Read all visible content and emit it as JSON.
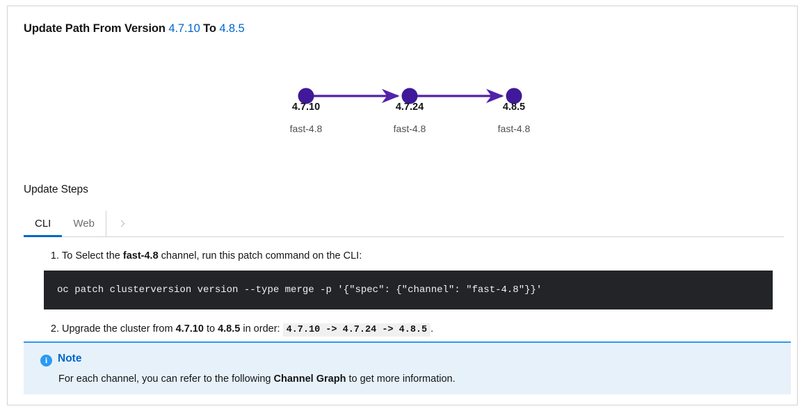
{
  "header": {
    "title_prefix": "Update Path From Version",
    "from_version": "4.7.10",
    "to_word": "To",
    "to_version": "4.8.5"
  },
  "graph": {
    "nodes": [
      {
        "version": "4.7.10",
        "channel": "fast-4.8"
      },
      {
        "version": "4.7.24",
        "channel": "fast-4.8"
      },
      {
        "version": "4.8.5",
        "channel": "fast-4.8"
      }
    ],
    "node_color": "#40199a",
    "edge_color": "#5223a8"
  },
  "steps_section": {
    "title": "Update Steps",
    "tabs": [
      {
        "id": "cli",
        "label": "CLI",
        "active": true
      },
      {
        "id": "web",
        "label": "Web",
        "active": false
      }
    ],
    "scroll_icon": "chevron-right-icon",
    "steps": [
      {
        "number": "1.",
        "text_before": "To Select the ",
        "bold": "fast-4.8",
        "text_after": " channel, run this patch command on the CLI:",
        "code": "oc patch clusterversion version --type merge -p '{\"spec\": {\"channel\": \"fast-4.8\"}}'"
      },
      {
        "number": "2.",
        "t1": "Upgrade the cluster from ",
        "b1": "4.7.10",
        "t2": " to ",
        "b2": "4.8.5",
        "t3": " in order: ",
        "code": "4.7.10 -> 4.7.24 -> 4.8.5",
        "t4": "."
      }
    ]
  },
  "note": {
    "icon": "info-circle-icon",
    "icon_glyph": "i",
    "title": "Note",
    "text_before": "For each channel, you can refer to the following ",
    "link_text": "Channel Graph",
    "text_after": " to get more information.",
    "accent_color": "#2b9af3",
    "background": "#e7f1fa"
  }
}
